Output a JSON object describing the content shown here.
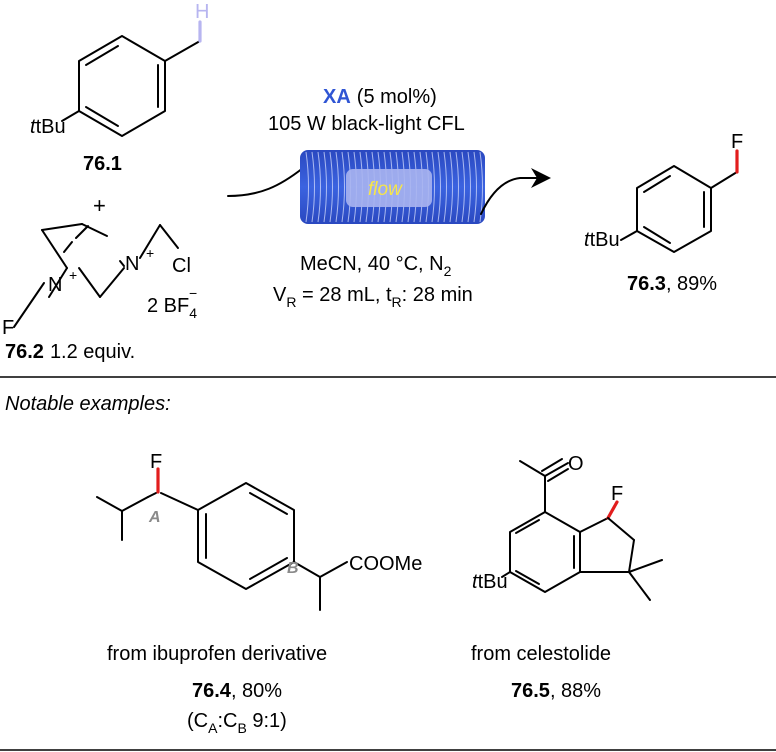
{
  "top_scheme": {
    "substrate": {
      "substituent": "tBu",
      "h_label": "H",
      "id": "76.1"
    },
    "plus": "+",
    "reagent": {
      "f_label": "F",
      "n1_label": "N",
      "n2_label": "N",
      "charge": "+",
      "cl_label": "Cl",
      "salt": "2 BF",
      "salt_sub": "4",
      "salt_sup": "−",
      "id": "76.2",
      "equiv": "1.2 equiv."
    },
    "conditions": {
      "catalyst": "XA",
      "catalyst_amount": "(5 mol%)",
      "light": "105 W black-light CFL",
      "reactor_label": "flow",
      "solvent_line": "MeCN, 40 °C, N",
      "solvent_sub": "2",
      "volume_line": "V",
      "volume_sub": "R",
      "volume_value": " = 28 mL, t",
      "time_sub": "R",
      "time_value": ": 28 min"
    },
    "product": {
      "f_label": "F",
      "substituent": "tBu",
      "id": "76.3",
      "yield": ", 89%"
    }
  },
  "notable": {
    "heading": "Notable examples:",
    "example1": {
      "f_label": "F",
      "label_a": "A",
      "label_b": "B",
      "ester": "COOMe",
      "source": "from ibuprofen derivative",
      "id": "76.4",
      "yield": ", 80%",
      "ratio_open": "(C",
      "ratio_a": "A",
      "ratio_colon": ":C",
      "ratio_b": "B",
      "ratio_value": " 9:1)"
    },
    "example2": {
      "f_label": "F",
      "o_label": "O",
      "substituent": "tBu",
      "source": "from celestolide",
      "id": "76.5",
      "yield": ", 88%"
    }
  },
  "colors": {
    "catalyst": "#2f55d4",
    "coil": "#2f55d4",
    "flow_text": "#f6e54a",
    "highlight_bond": "#e21d1d",
    "h_bond": "#b7b5f0",
    "label_gray": "#8a8a8a"
  }
}
